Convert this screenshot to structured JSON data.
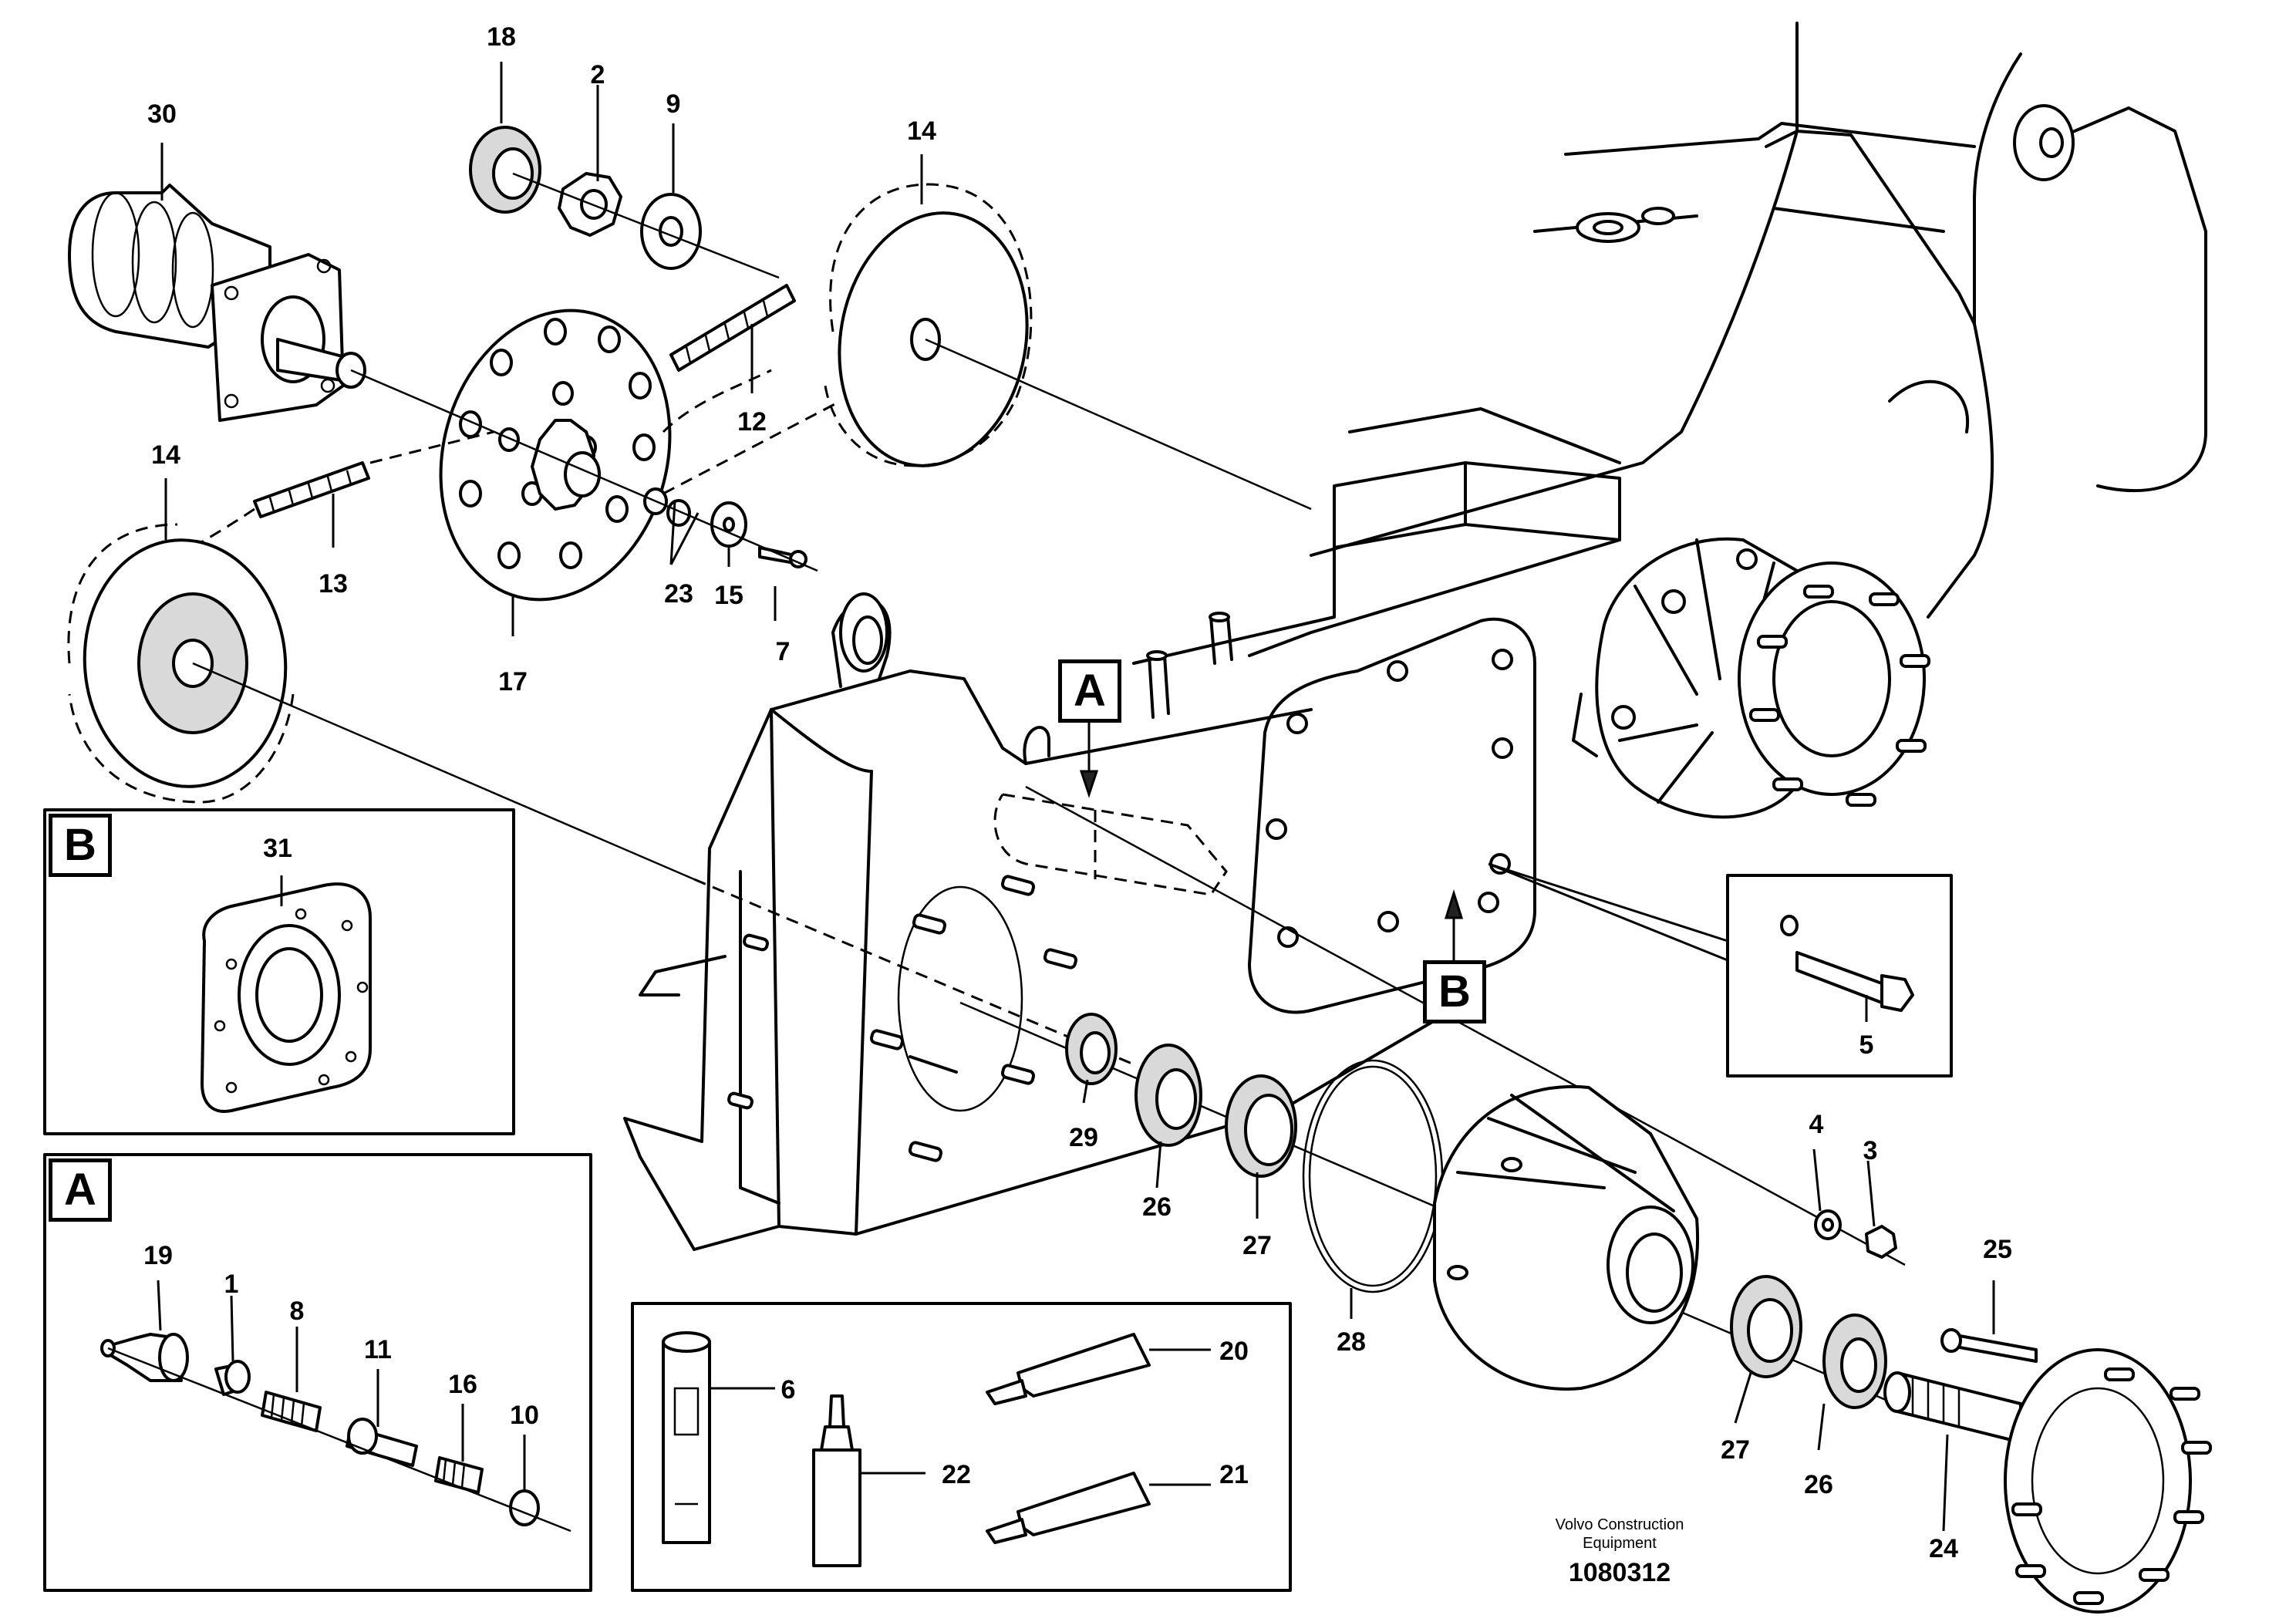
{
  "callouts": [
    {
      "id": "c18",
      "label": "18"
    },
    {
      "id": "c2",
      "label": "2"
    },
    {
      "id": "c9",
      "label": "9"
    },
    {
      "id": "c30",
      "label": "30"
    },
    {
      "id": "c14a",
      "label": "14"
    },
    {
      "id": "c12",
      "label": "12"
    },
    {
      "id": "c14b",
      "label": "14"
    },
    {
      "id": "c13",
      "label": "13"
    },
    {
      "id": "c17",
      "label": "17"
    },
    {
      "id": "c23",
      "label": "23"
    },
    {
      "id": "c15",
      "label": "15"
    },
    {
      "id": "c7",
      "label": "7"
    },
    {
      "id": "c31",
      "label": "31"
    },
    {
      "id": "c5",
      "label": "5"
    },
    {
      "id": "c29",
      "label": "29"
    },
    {
      "id": "c26a",
      "label": "26"
    },
    {
      "id": "c27a",
      "label": "27"
    },
    {
      "id": "c28",
      "label": "28"
    },
    {
      "id": "c4",
      "label": "4"
    },
    {
      "id": "c3",
      "label": "3"
    },
    {
      "id": "c25",
      "label": "25"
    },
    {
      "id": "c27b",
      "label": "27"
    },
    {
      "id": "c26b",
      "label": "26"
    },
    {
      "id": "c24",
      "label": "24"
    },
    {
      "id": "c19",
      "label": "19"
    },
    {
      "id": "c1",
      "label": "1"
    },
    {
      "id": "c8",
      "label": "8"
    },
    {
      "id": "c11",
      "label": "11"
    },
    {
      "id": "c16",
      "label": "16"
    },
    {
      "id": "c10",
      "label": "10"
    },
    {
      "id": "c6",
      "label": "6"
    },
    {
      "id": "c22",
      "label": "22"
    },
    {
      "id": "c20",
      "label": "20"
    },
    {
      "id": "c21",
      "label": "21"
    }
  ],
  "detail_markers": {
    "a": "A",
    "b": "B"
  },
  "detail_views": {
    "a": "A",
    "b": "B"
  },
  "footer": {
    "company_line1": "Volvo Construction",
    "company_line2": "Equipment",
    "drawing_number": "1080312"
  }
}
